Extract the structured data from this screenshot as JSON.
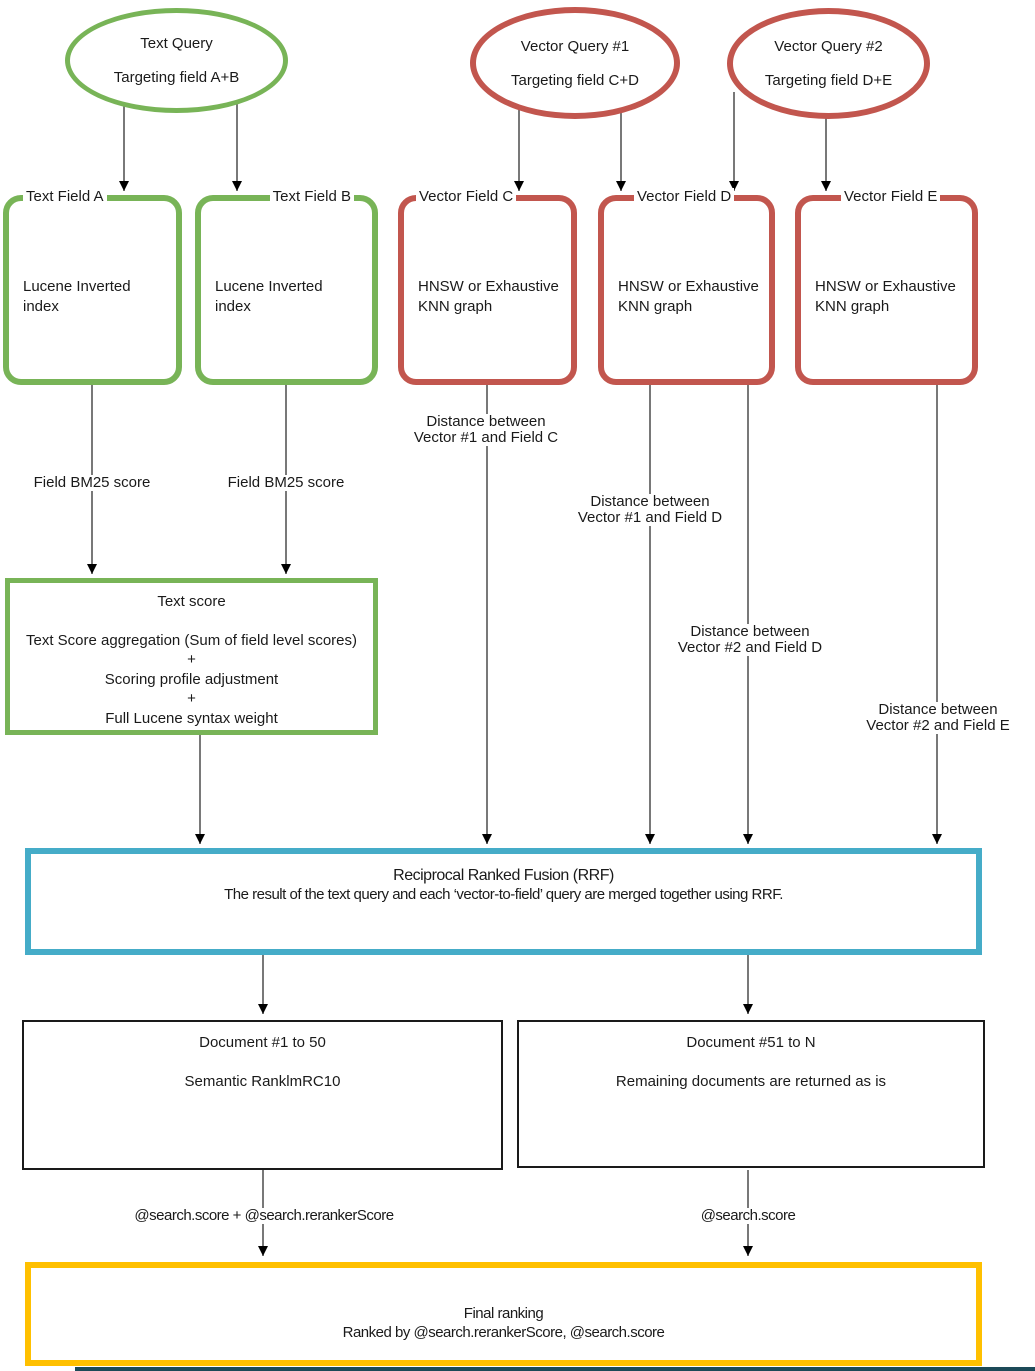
{
  "queries": {
    "text": {
      "title": "Text Query",
      "subtitle": "Targeting field A+B"
    },
    "vector1": {
      "title": "Vector Query #1",
      "subtitle": "Targeting field C+D"
    },
    "vector2": {
      "title": "Vector Query #2",
      "subtitle": "Targeting field D+E"
    }
  },
  "fields": {
    "a": {
      "label": "Text Field A",
      "content": "Lucene Inverted index"
    },
    "b": {
      "label": "Text Field B",
      "content": "Lucene Inverted index"
    },
    "c": {
      "label": "Vector Field C",
      "content": "HNSW or Exhaustive KNN graph"
    },
    "d": {
      "label": "Vector Field D",
      "content": "HNSW or Exhaustive KNN graph"
    },
    "e": {
      "label": "Vector Field E",
      "content": "HNSW or Exhaustive KNN graph"
    }
  },
  "edges": {
    "bm25_a": "Field BM25 score",
    "bm25_b": "Field BM25 score",
    "dist_v1_c_line1": "Distance between",
    "dist_v1_c_line2": "Vector #1 and Field C",
    "dist_v1_d_line1": "Distance between",
    "dist_v1_d_line2": "Vector #1 and Field D",
    "dist_v2_d_line1": "Distance between",
    "dist_v2_d_line2": "Vector #2 and Field D",
    "dist_v2_e_line1": "Distance between",
    "dist_v2_e_line2": "Vector #2 and Field E",
    "score_left": "@search.score + @search.rerankerScore",
    "score_right": "@search.score"
  },
  "text_score_box": {
    "title": "Text score",
    "row1": "Text Score aggregation (Sum of field level scores)",
    "plus1": "+",
    "row2": "Scoring profile adjustment",
    "plus2": "+",
    "row3": "Full Lucene syntax weight"
  },
  "rrf_box": {
    "title": "Reciprocal Ranked Fusion (RRF)",
    "subtitle": "The result of the text query and each ‘vector-to-field’ query are merged together using RRF."
  },
  "documents": {
    "reranked": {
      "title": "Document #1 to 50",
      "body": "Semantic RanklmRC10"
    },
    "remaining": {
      "title": "Document #51 to N",
      "body": "Remaining documents are returned as is"
    }
  },
  "final_box": {
    "title": "Final ranking",
    "subtitle": "Ranked by @search.rerankerScore, @search.score"
  },
  "colors": {
    "green": "#78b457",
    "red": "#c2564e",
    "blue": "#45acc8",
    "yellow": "#ffc000",
    "line": "#3f3f3f",
    "bottom_strip": "#1c4a58"
  }
}
